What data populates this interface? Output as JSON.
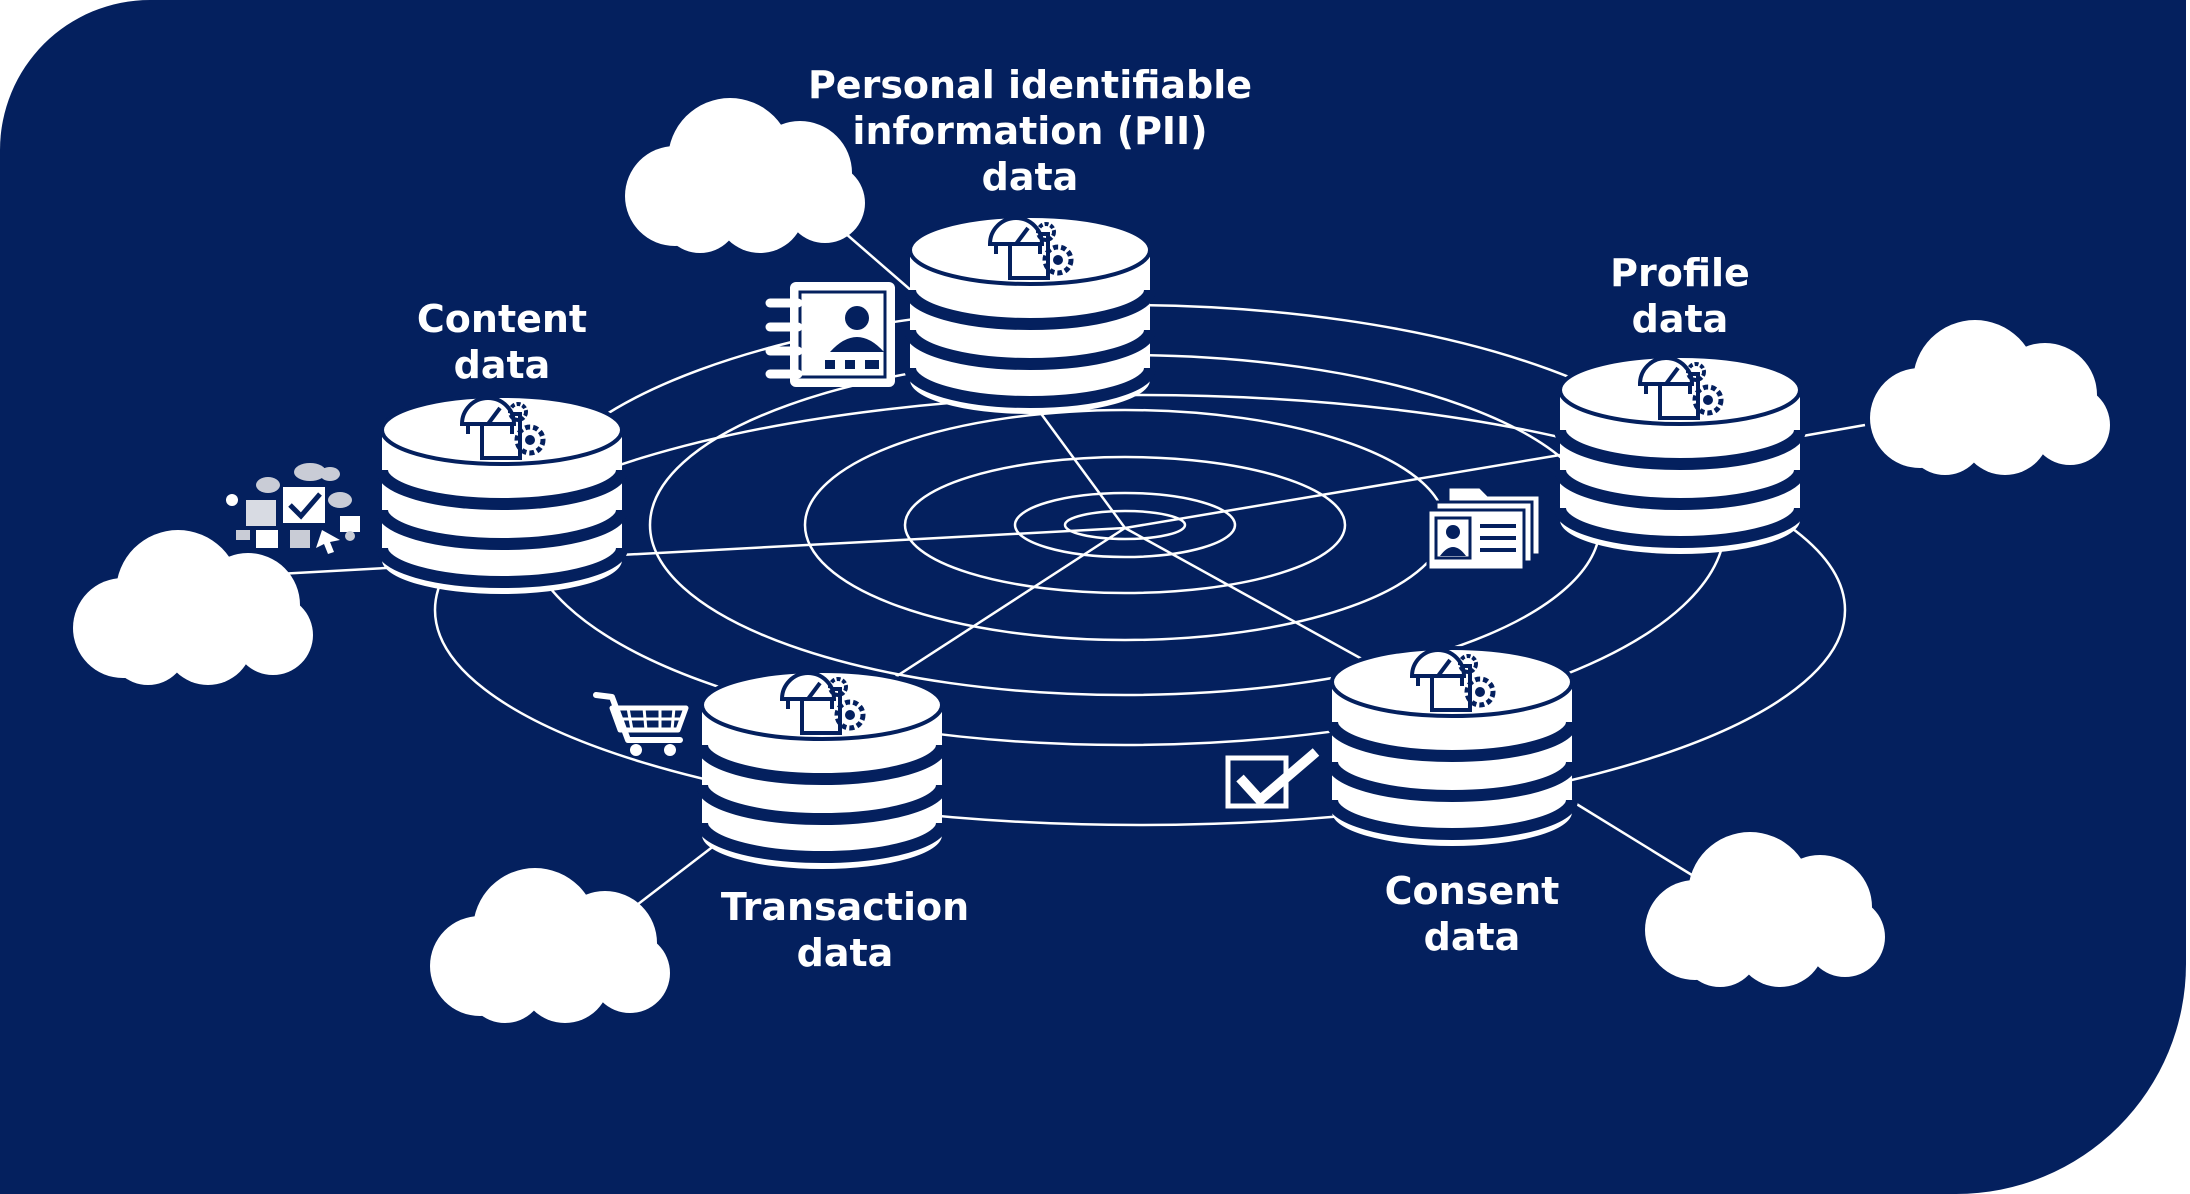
{
  "labels": {
    "pii": [
      "Personal identifiable",
      "information (PII)",
      "data"
    ],
    "content": [
      "Content",
      "data"
    ],
    "profile": [
      "Profile",
      "data"
    ],
    "transaction": [
      "Transaction",
      "data"
    ],
    "consent": [
      "Consent",
      "data"
    ]
  },
  "colors": {
    "background": "#04205e",
    "foreground": "#ffffff"
  },
  "icons": {
    "database": "database-stack-icon",
    "dashboard": "gauge-gear-icon",
    "contact": "contact-book-icon",
    "content": "content-collage-icon",
    "profile": "profile-folder-icon",
    "transaction": "shopping-cart-icon",
    "consent": "checkbox-check-icon",
    "cloud": "cloud-icon"
  }
}
